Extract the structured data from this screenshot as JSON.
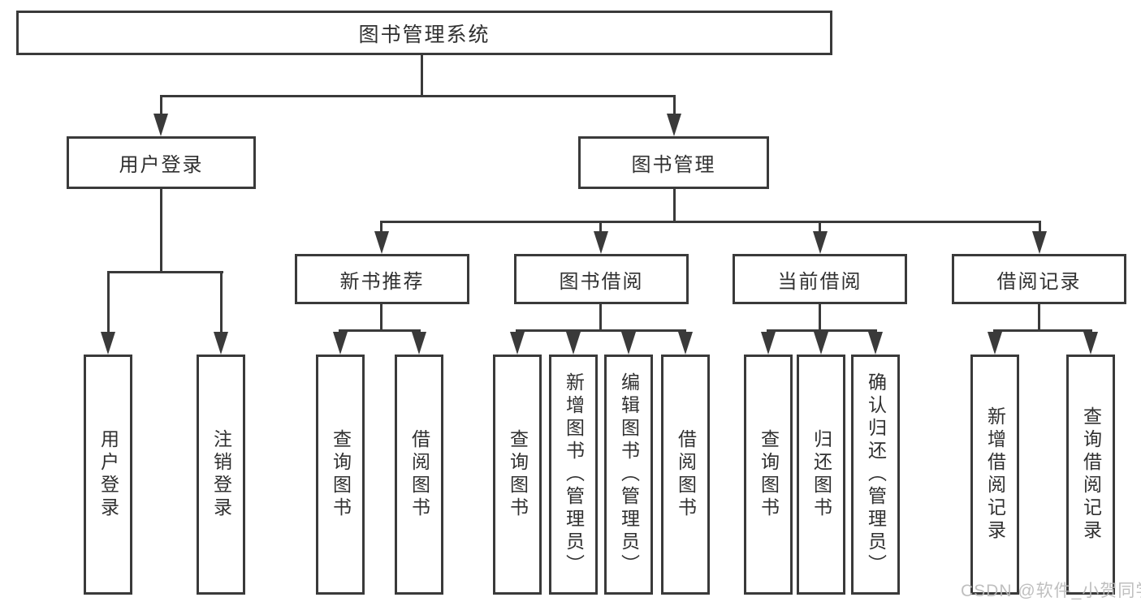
{
  "palette": {
    "line_color": "#3a3a3a",
    "text_color": "#303030",
    "watermark_color": "#b9b9b9",
    "background": "#ffffff"
  },
  "nodes": {
    "root": {
      "label": "图书管理系统"
    },
    "user_login": {
      "label": "用户登录"
    },
    "book_mgmt": {
      "label": "图书管理"
    },
    "new_book_rec": {
      "label": "新书推荐"
    },
    "book_borrow": {
      "label": "图书借阅"
    },
    "current_borrow": {
      "label": "当前借阅"
    },
    "borrow_records": {
      "label": "借阅记录"
    },
    "ul_login": {
      "label": "用户登录"
    },
    "ul_logout": {
      "label": "注销登录"
    },
    "nbr_query_book": {
      "label": "查询图书"
    },
    "nbr_borrow_book": {
      "label": "借阅图书"
    },
    "bb_query_book": {
      "label": "查询图书"
    },
    "bb_add_book": {
      "label": "新增图书（管理员）"
    },
    "bb_edit_book": {
      "label": "编辑图书（管理员）"
    },
    "bb_borrow_book": {
      "label": "借阅图书"
    },
    "cb_query_book": {
      "label": "查询图书"
    },
    "cb_return_book": {
      "label": "归还图书"
    },
    "cb_confirm_return": {
      "label": "确认归还（管理员）"
    },
    "br_add_record": {
      "label": "新增借阅记录"
    },
    "br_query_record": {
      "label": "查询借阅记录"
    }
  },
  "edges": [
    [
      "root",
      "user_login"
    ],
    [
      "root",
      "book_mgmt"
    ],
    [
      "user_login",
      "ul_login"
    ],
    [
      "user_login",
      "ul_logout"
    ],
    [
      "book_mgmt",
      "new_book_rec"
    ],
    [
      "book_mgmt",
      "book_borrow"
    ],
    [
      "book_mgmt",
      "current_borrow"
    ],
    [
      "book_mgmt",
      "borrow_records"
    ],
    [
      "new_book_rec",
      "nbr_query_book"
    ],
    [
      "new_book_rec",
      "nbr_borrow_book"
    ],
    [
      "book_borrow",
      "bb_query_book"
    ],
    [
      "book_borrow",
      "bb_add_book"
    ],
    [
      "book_borrow",
      "bb_edit_book"
    ],
    [
      "book_borrow",
      "bb_borrow_book"
    ],
    [
      "current_borrow",
      "cb_query_book"
    ],
    [
      "current_borrow",
      "cb_return_book"
    ],
    [
      "current_borrow",
      "cb_confirm_return"
    ],
    [
      "borrow_records",
      "br_add_record"
    ],
    [
      "borrow_records",
      "br_query_record"
    ]
  ],
  "watermark": {
    "label": "CSDN @软件_小贺同学"
  }
}
